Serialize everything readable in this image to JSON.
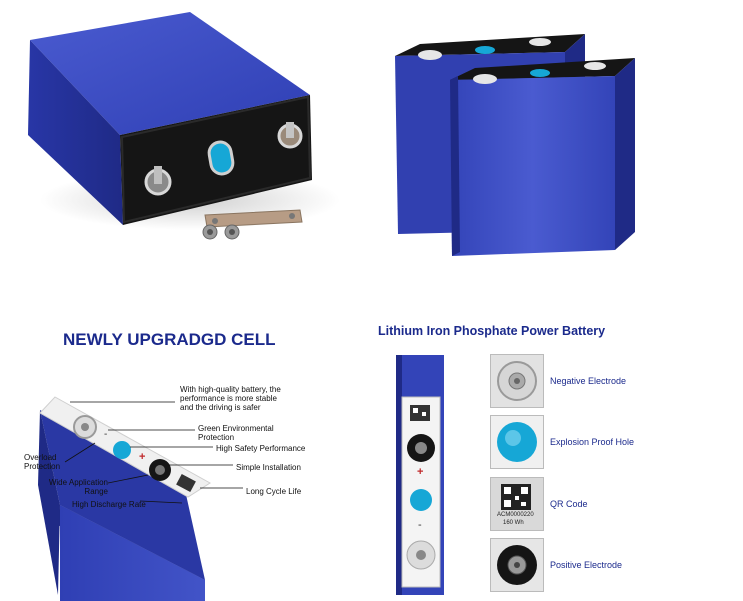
{
  "bottom_left": {
    "title": "NEWLY UPGRADGD CELL",
    "callouts": [
      "With high-quality battery, the performance is more stable and the driving is safer",
      "Green Environmental Protection",
      "High Safety Performance",
      "Simple Installation",
      "Long Cycle Life",
      "Overload Protection",
      "Wide Application Range",
      "High Discharge Rate"
    ],
    "markings": {
      "minus": "-",
      "plus": "+"
    }
  },
  "bottom_right": {
    "title": "Lithium Iron Phosphate Power Battery",
    "features": [
      {
        "label": "Negative Electrode",
        "icon": "negative-electrode-icon"
      },
      {
        "label": "Explosion Proof Hole",
        "icon": "explosion-proof-hole-icon"
      },
      {
        "label": "QR Code",
        "icon": "qr-code-icon"
      },
      {
        "label": "Positive Electrode",
        "icon": "positive-electrode-icon"
      }
    ],
    "markings": {
      "plus": "+",
      "minus": "-"
    },
    "qr_text": [
      "ACM0000220",
      "160 Wh"
    ]
  },
  "colors": {
    "battery_blue": "#2f3fb4",
    "battery_blue_light": "#4a5bd0",
    "battery_blue_dark": "#1f2a86",
    "vent_cyan": "#16a7d6",
    "heading_blue": "#1b2a8c",
    "cap_black": "#151515"
  }
}
